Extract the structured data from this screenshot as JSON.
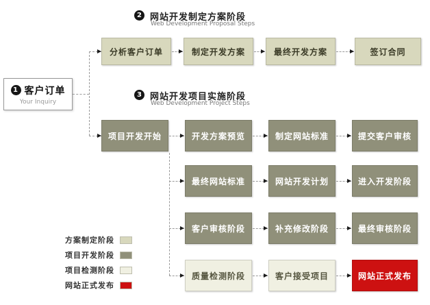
{
  "inquiry": {
    "num": "1",
    "title": "客户订单",
    "subtitle": "Your Inquiry"
  },
  "section_proposal": {
    "num": "2",
    "title": "网站开发制定方案阶段",
    "subtitle": "Web Development Proposal Steps"
  },
  "section_project": {
    "num": "3",
    "title": "网站开发项目实施阶段",
    "subtitle": "Web Development Project Steps"
  },
  "flow": {
    "proposal_row": [
      "分析客户订单",
      "制定开发方案",
      "最终开发方案",
      "签订合同"
    ],
    "project_row1": [
      "项目开发开始",
      "开发方案预览",
      "制定网站标准",
      "提交客户审核"
    ],
    "project_row2": [
      "最终网站标准",
      "网站开发计划",
      "进入开发阶段"
    ],
    "project_row3": [
      "客户审核阶段",
      "补充修改阶段",
      "最终审核阶段"
    ],
    "final_row": [
      "质量检测阶段",
      "客户接受项目",
      "网站正式发布"
    ]
  },
  "legend": [
    {
      "label": "方案制定阶段",
      "color": "#d8d8bd"
    },
    {
      "label": "项目开发阶段",
      "color": "#90907a"
    },
    {
      "label": "项目检测阶段",
      "color": "#f0f0e2"
    },
    {
      "label": "网站正式发布",
      "color": "#cd1111"
    }
  ],
  "colors": {
    "proposal": "#d8d8bd",
    "project": "#90907a",
    "test": "#f0f0e2",
    "release": "#cd1111",
    "connector": "#999999"
  }
}
